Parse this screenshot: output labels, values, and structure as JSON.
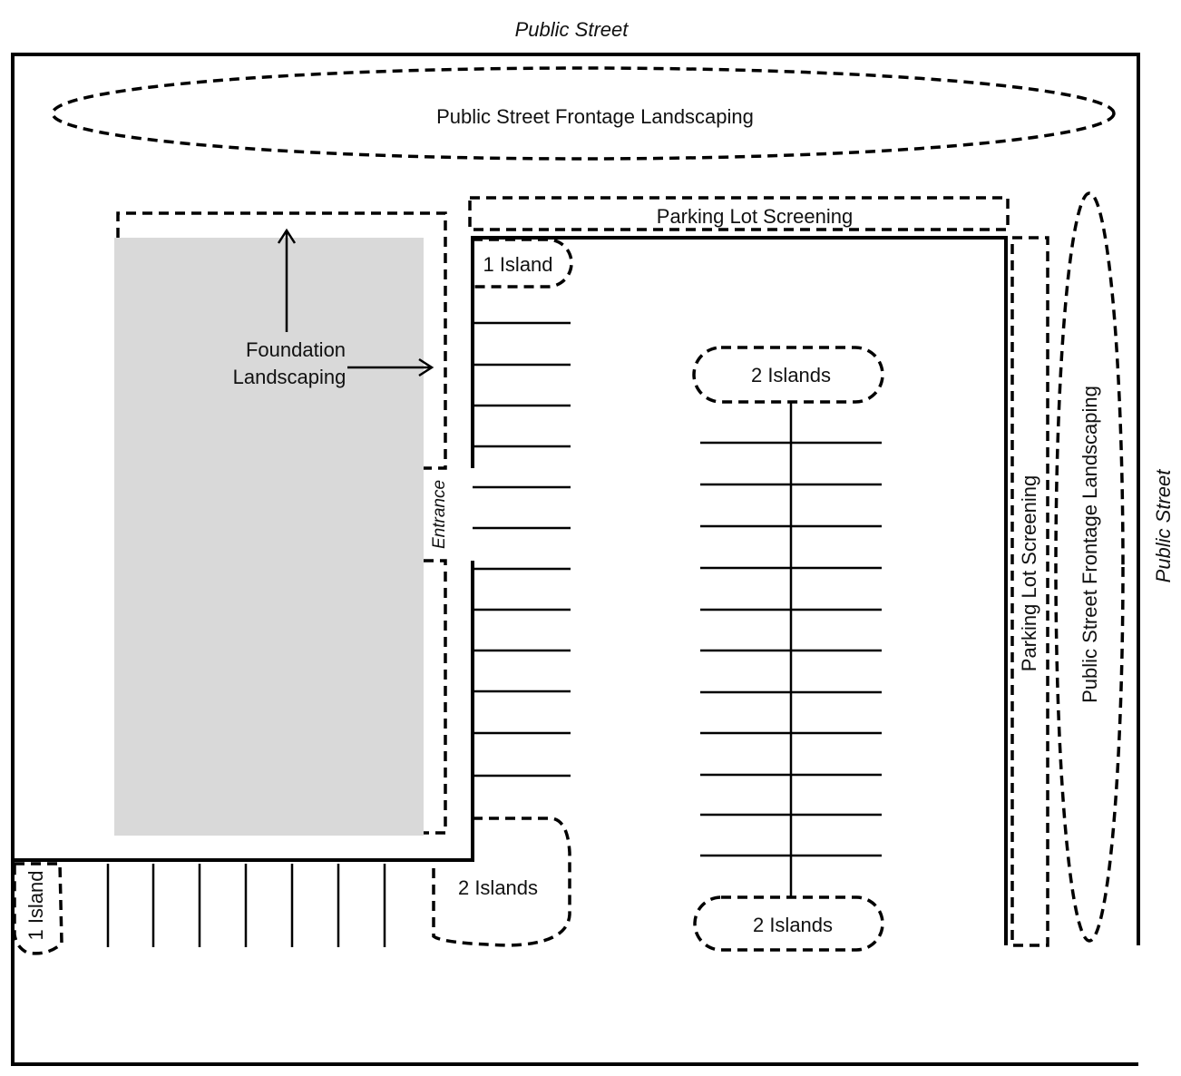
{
  "streets": {
    "top": "Public Street",
    "right": "Public Street"
  },
  "landscaping": {
    "street_frontage_top": "Public Street Frontage Landscaping",
    "street_frontage_right": "Public Street Frontage Landscaping",
    "parking_screening_top": "Parking Lot Screening",
    "parking_screening_right": "Parking Lot Screening",
    "foundation_line1": "Foundation",
    "foundation_line2": "Landscaping"
  },
  "building": {
    "entrance": "Entrance",
    "fill_color": "#d9d9d9"
  },
  "islands": {
    "top_left_lot": "1 Island",
    "center_top": "2 Islands",
    "center_bottom": "2 Islands",
    "corner": "2 Islands",
    "bottom_left": "1 Island"
  }
}
